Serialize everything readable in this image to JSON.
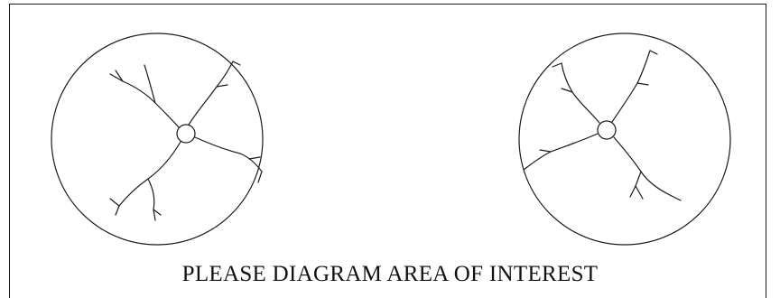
{
  "diagrams": [
    {
      "name": "left-eye-fundus",
      "icon": "fundus-diagram-icon"
    },
    {
      "name": "right-eye-fundus",
      "icon": "fundus-diagram-icon"
    }
  ],
  "caption": "PLEASE DIAGRAM AREA OF INTEREST",
  "colors": {
    "line": "#1a1a1a",
    "background": "#ffffff"
  }
}
